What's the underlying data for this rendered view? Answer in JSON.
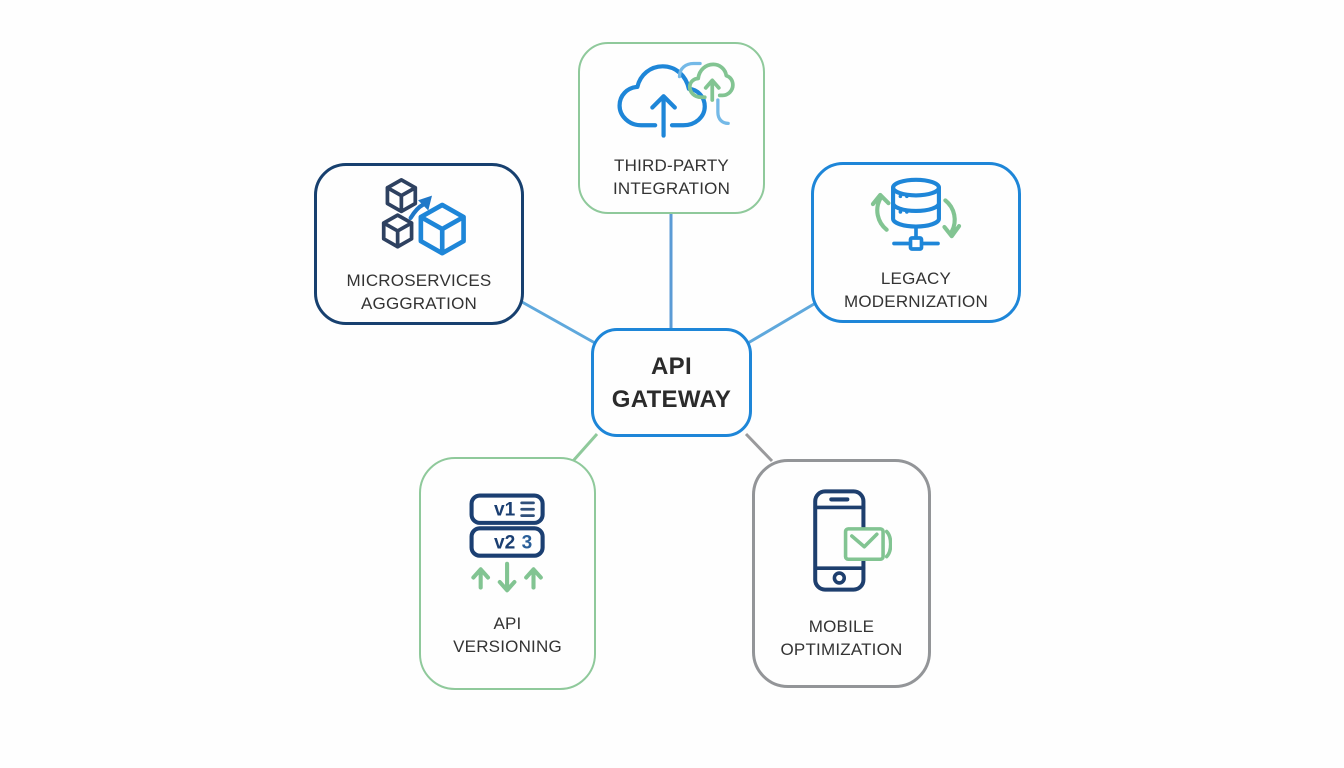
{
  "title": {
    "line1": "API",
    "line2": "GATEWAY"
  },
  "nodes": [
    {
      "id": "third-party-integration",
      "icon": "cloud-upload-sync-icon",
      "label_line1": "THIRD-PARTY",
      "label_line2": "INTEGRATION",
      "border_color": "#8fc99b"
    },
    {
      "id": "microservices-aggregation",
      "icon": "microservices-cubes-icon",
      "label_line1": "MICROSERVICES",
      "label_line2": "AGGGRATION",
      "border_color": "#17406f"
    },
    {
      "id": "legacy-modernization",
      "icon": "database-sync-icon",
      "label_line1": "LEGACY",
      "label_line2": "MODERNIZATION",
      "border_color": "#1e86d8"
    },
    {
      "id": "api-versioning",
      "icon": "version-tags-icon",
      "label_line1": "API",
      "label_line2": "VERSIONING",
      "border_color": "#8fc99b",
      "icon_labels": {
        "v1": "v1",
        "v2": "v2",
        "v3": "3"
      }
    },
    {
      "id": "mobile-optimization",
      "icon": "mobile-message-icon",
      "label_line1": "MOBILE",
      "label_line2": "OPTIMIZATION",
      "border_color": "#939598"
    }
  ],
  "connectors": [
    {
      "id": "center-to-third-party",
      "color": "#5b9bd5"
    },
    {
      "id": "center-to-microservices",
      "color": "#5fa8dc"
    },
    {
      "id": "center-to-legacy",
      "color": "#5fa8dc"
    },
    {
      "id": "center-to-api-versioning",
      "color": "#8fc99b"
    },
    {
      "id": "center-to-mobile",
      "color": "#9a9a9c"
    }
  ],
  "colors": {
    "background": "#fefefe",
    "accent_blue": "#1e86d8",
    "accent_navy": "#17406f",
    "accent_green": "#8fc99b",
    "accent_gray": "#939598",
    "icon_green": "#82c492",
    "icon_light_blue": "#74b9e7",
    "icon_dark_navy": "#2e4160",
    "text": "#333333",
    "title_text": "#2b2b2b"
  }
}
